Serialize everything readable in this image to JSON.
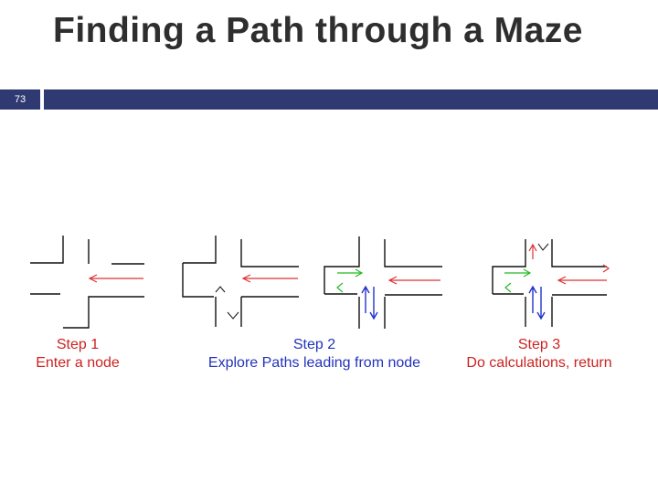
{
  "slide": {
    "number": "73",
    "title": "Finding a Path through a Maze"
  },
  "colors": {
    "accent": "#2f3a73",
    "title": "#2e2e2e",
    "caption_red": "#cc2222",
    "caption_blue": "#2233bb",
    "arrow_red": "#dd3333",
    "arrow_green": "#22bb22",
    "arrow_blue": "#2233cc",
    "wall": "#111111"
  },
  "steps": [
    {
      "heading": "Step 1",
      "description": "Enter a node"
    },
    {
      "heading": "Step 2",
      "description": "Explore Paths leading from node"
    },
    {
      "heading": "Step 3",
      "description": "Do calculations, return"
    }
  ]
}
